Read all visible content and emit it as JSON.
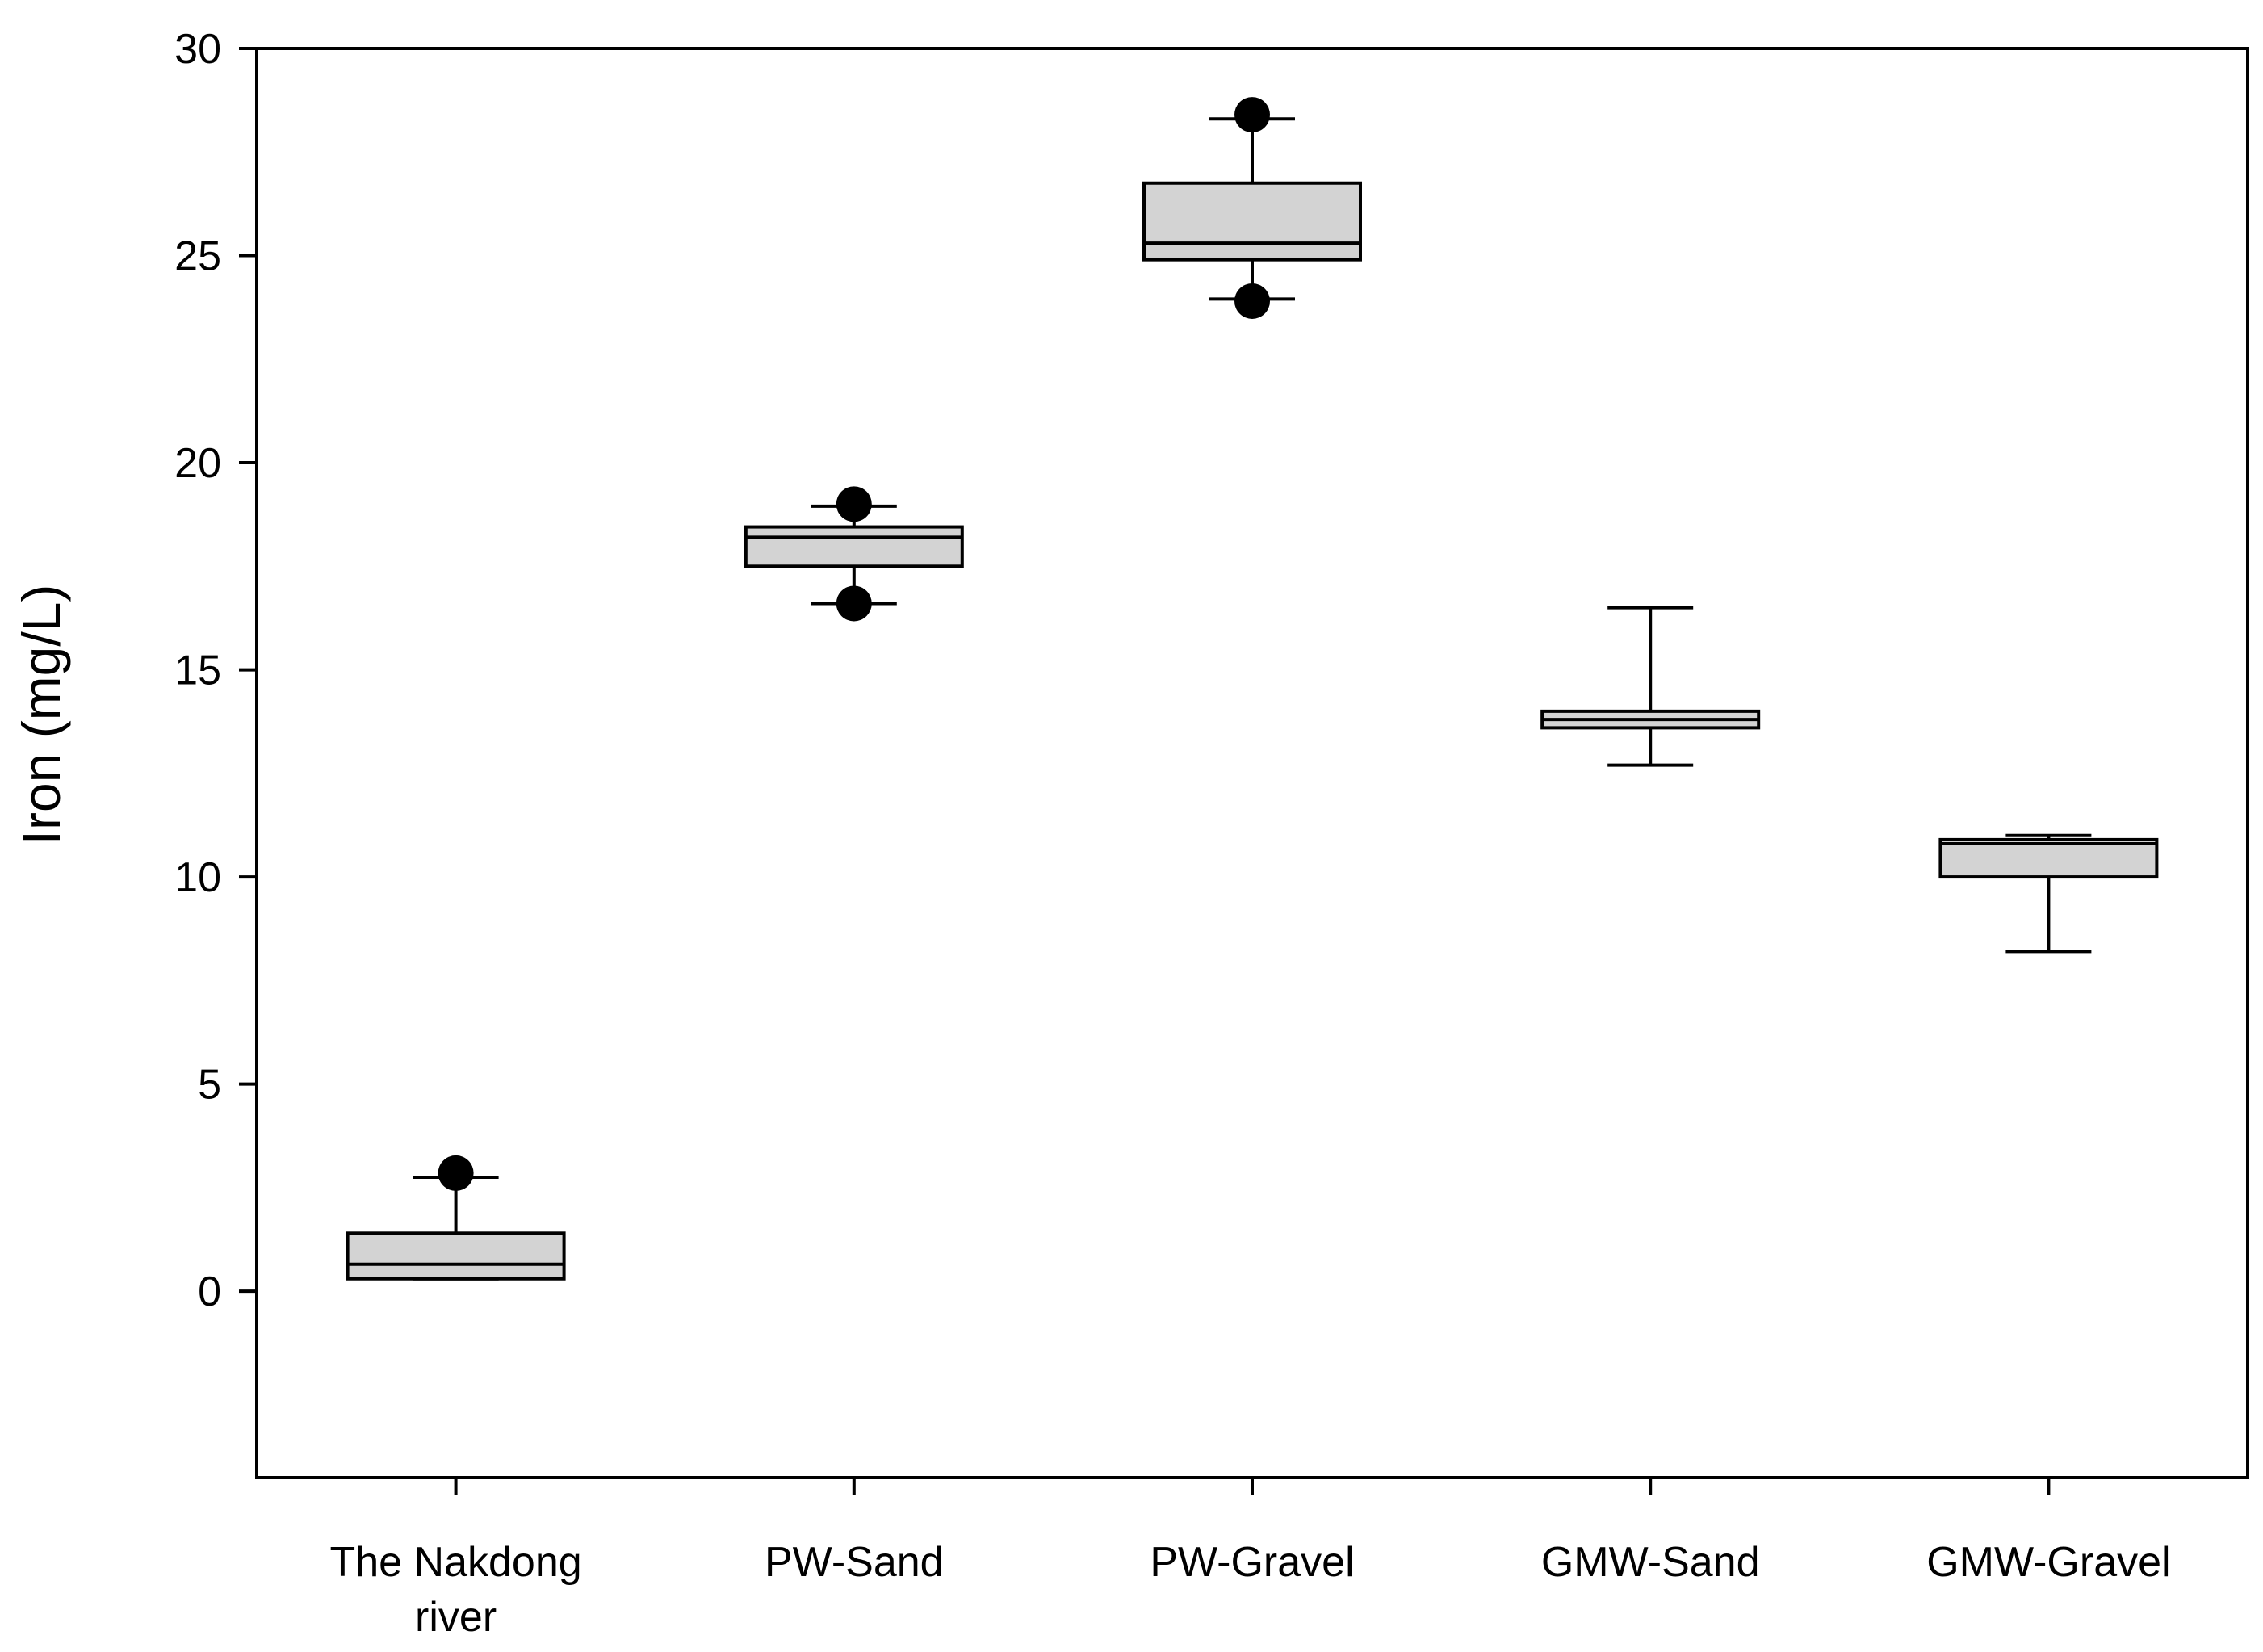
{
  "chart_data": {
    "type": "box",
    "title": "",
    "xlabel": "",
    "ylabel": "Iron (mg/L)",
    "ylim": [
      -4.5,
      30
    ],
    "yticks": [
      0,
      5,
      10,
      15,
      20,
      25,
      30
    ],
    "grid": false,
    "categories": [
      [
        "The Nakdong",
        "river"
      ],
      [
        "PW-Sand"
      ],
      [
        "PW-Gravel"
      ],
      [
        "GMW-Sand"
      ],
      [
        "GMW-Gravel"
      ]
    ],
    "boxes": [
      {
        "whisker_low": 0.3,
        "q1": 0.3,
        "median": 0.65,
        "q3": 1.4,
        "whisker_high": 2.75,
        "outliers": [
          2.85
        ]
      },
      {
        "whisker_low": 16.6,
        "q1": 17.5,
        "median": 18.2,
        "q3": 18.45,
        "whisker_high": 18.95,
        "outliers": [
          19.0,
          16.6
        ]
      },
      {
        "whisker_low": 23.95,
        "q1": 24.9,
        "median": 25.3,
        "q3": 26.75,
        "whisker_high": 28.3,
        "outliers": [
          28.4,
          23.9
        ]
      },
      {
        "whisker_low": 12.7,
        "q1": 13.6,
        "median": 13.8,
        "q3": 14.0,
        "whisker_high": 16.5,
        "outliers": []
      },
      {
        "whisker_low": 8.2,
        "q1": 10.0,
        "median": 10.8,
        "q3": 10.9,
        "whisker_high": 11.0,
        "outliers": []
      }
    ],
    "colors": {
      "box_fill": "#d3d3d3",
      "stroke": "#000000",
      "outlier": "#000000"
    }
  }
}
